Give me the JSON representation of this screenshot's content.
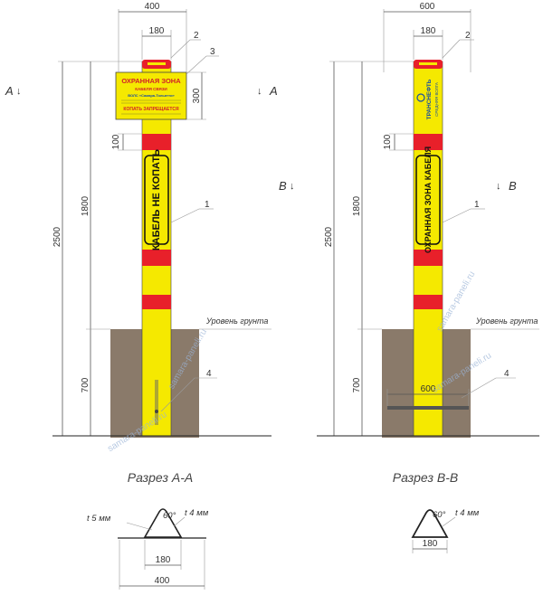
{
  "left_post": {
    "dim_top_width": "400",
    "dim_post_width": "180",
    "dim_sign_height": "300",
    "dim_band_height": "100",
    "dim_total_height": "2500",
    "dim_above_ground": "1800",
    "dim_below_ground": "700",
    "callout_1": "1",
    "callout_2": "2",
    "callout_3": "3",
    "callout_4": "4",
    "section_mark_left": "A",
    "section_mark_right": "A",
    "vertical_label": "КАБЕЛЬ НЕ КОПАТЬ",
    "sign_title": "ОХРАННАЯ ЗОНА",
    "sign_sub1": "КАБЕЛЯ СВЯЗИ",
    "sign_sub2": "ВОЛС «Самара-Тольятти»",
    "sign_warning": "КОПАТЬ ЗАПРЕЩАЕТСЯ",
    "ground_label": "Уровень грунта",
    "caption": "Разрез А-А"
  },
  "right_post": {
    "dim_top_width": "600",
    "dim_post_width": "180",
    "dim_band_height": "100",
    "dim_total_height": "2500",
    "dim_above_ground": "1800",
    "dim_below_ground": "700",
    "dim_anchor_width": "600",
    "callout_1": "1",
    "callout_2": "2",
    "callout_4": "4",
    "section_mark_left": "B",
    "section_mark_right": "B",
    "logo_line1": "ТРАНСНЕФТЬ",
    "logo_line2": "СРЕДНЯЯ ВОЛГА",
    "vertical_label": "ОХРАННАЯ ЗОНА КАБЕЛЯ",
    "ground_label": "Уровень грунта",
    "caption": "Разрез B-B"
  },
  "section_left": {
    "thickness_left": "t 5 мм",
    "angle": "60°",
    "thickness_right": "t 4 мм",
    "dim_inner": "180",
    "dim_outer": "400"
  },
  "section_right": {
    "angle": "60°",
    "thickness": "t 4 мм",
    "dim_inner": "180"
  },
  "watermark": "samara-paneli.ru",
  "colors": {
    "post_yellow": "#f5e900",
    "band_red": "#e8202a",
    "ground": "#8a7a6a",
    "sign_yellow": "#f5e900",
    "text_red": "#d0202a",
    "logo_blue": "#1a4fa0"
  }
}
